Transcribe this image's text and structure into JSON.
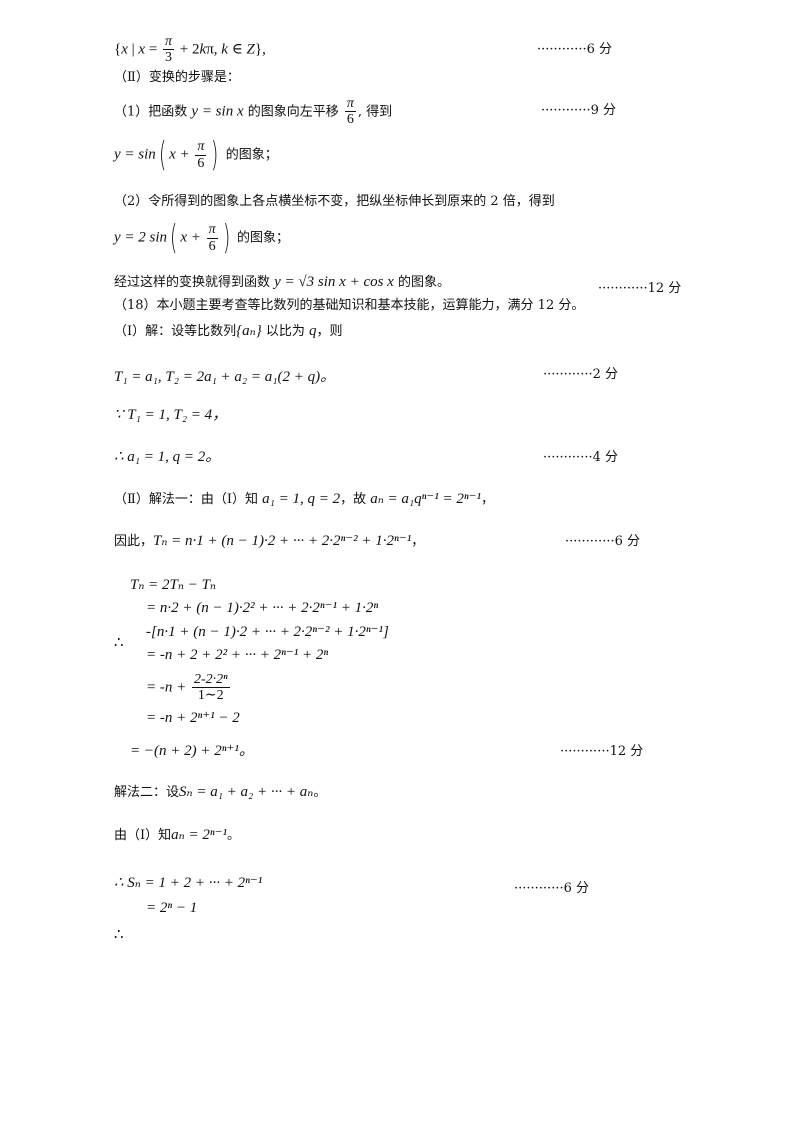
{
  "lines": [
    {
      "id": "l01",
      "text": "{x | x = π/3 + 2kπ, k ∈ Z},"
    },
    {
      "id": "l02",
      "text": "（Ⅱ）变换的步骤是："
    },
    {
      "id": "l03a",
      "text": "（1）把函数 "
    },
    {
      "id": "l03b",
      "text": "y = sin x"
    },
    {
      "id": "l03c",
      "text": " 的图象向左平移 "
    },
    {
      "id": "l03d",
      "text": ", 得到"
    },
    {
      "id": "l04a",
      "text": "y = sin"
    },
    {
      "id": "l04b",
      "text": "x + "
    },
    {
      "id": "l04c",
      "text": " 的图象；"
    },
    {
      "id": "l05",
      "text": "（2）令所得到的图象上各点横坐标不变，把纵坐标伸长到原来的 2 倍，得到"
    },
    {
      "id": "l06a",
      "text": "y = 2 sin"
    },
    {
      "id": "l06b",
      "text": "x + "
    },
    {
      "id": "l06c",
      "text": " 的图象；"
    },
    {
      "id": "l07a",
      "text": "经过这样的变换就得到函数 "
    },
    {
      "id": "l07b",
      "text": "y = √3 sin x + cos x"
    },
    {
      "id": "l07c",
      "text": " 的图象。"
    },
    {
      "id": "l08",
      "text": "（18）本小题主要考查等比数列的基础知识和基本技能，运算能力，满分 12 分。"
    },
    {
      "id": "l09a",
      "text": "（Ⅰ）解：设等比数列"
    },
    {
      "id": "l09b",
      "text": "{aₙ}"
    },
    {
      "id": "l09c",
      "text": " 以比为 "
    },
    {
      "id": "l09d",
      "text": "q"
    },
    {
      "id": "l09e",
      "text": "，则"
    },
    {
      "id": "l10",
      "text": "T₁ = a₁, T₂ = 2a₁ + a₂ = a₁(2 + q)。"
    },
    {
      "id": "l11",
      "text": "∵  T₁ = 1, T₂ = 4，"
    },
    {
      "id": "l12",
      "text": "∴  a₁ = 1, q = 2。"
    },
    {
      "id": "l13a",
      "text": "（Ⅱ）解法一：由（Ⅰ）知 "
    },
    {
      "id": "l13b",
      "text": "a₁ = 1, q = 2"
    },
    {
      "id": "l13c",
      "text": "，故 "
    },
    {
      "id": "l13d",
      "text": "aₙ = a₁qⁿ⁻¹ = 2ⁿ⁻¹"
    },
    {
      "id": "l13e",
      "text": "，"
    },
    {
      "id": "l14a",
      "text": "因此，"
    },
    {
      "id": "l14b",
      "text": "Tₙ = n·1 + (n − 1)·2 + ··· + 2·2ⁿ⁻² + 1·2ⁿ⁻¹"
    },
    {
      "id": "l14c",
      "text": "，"
    },
    {
      "id": "l15",
      "text": "Tₙ = 2Tₙ − Tₙ"
    },
    {
      "id": "l16",
      "text": "= n·2 + (n − 1)·2² + ··· + 2·2ⁿ⁻¹ + 1·2ⁿ"
    },
    {
      "id": "l17",
      "text": "-[n·1 + (n − 1)·2 + ··· + 2·2ⁿ⁻² + 1·2ⁿ⁻¹]"
    },
    {
      "id": "l18",
      "text": "= -n + 2 + 2² + ··· + 2ⁿ⁻¹ + 2ⁿ"
    },
    {
      "id": "l19a",
      "text": "= -n + "
    },
    {
      "id": "l19num",
      "text": "2-2·2ⁿ"
    },
    {
      "id": "l19den",
      "text": "1∼2"
    },
    {
      "id": "l20",
      "text": "= -n + 2ⁿ⁺¹ − 2"
    },
    {
      "id": "l21",
      "text": "= −(n + 2) + 2ⁿ⁺¹。"
    },
    {
      "id": "l22a",
      "text": "解法二：设"
    },
    {
      "id": "l22b",
      "text": "Sₙ = a₁ + a₂ + ··· + aₙ"
    },
    {
      "id": "l22c",
      "text": "。"
    },
    {
      "id": "l23a",
      "text": "由（Ⅰ）知"
    },
    {
      "id": "l23b",
      "text": "aₙ = 2ⁿ⁻¹"
    },
    {
      "id": "l23c",
      "text": "。"
    },
    {
      "id": "l24",
      "text": "∴ Sₙ = 1 + 2 + ··· + 2ⁿ⁻¹"
    },
    {
      "id": "l25",
      "text": "= 2ⁿ − 1"
    },
    {
      "id": "therefore_big",
      "text": "∴"
    },
    {
      "id": "therefore_end",
      "text": "∴"
    }
  ],
  "fractions": {
    "pi": "π",
    "three": "3",
    "six": "6"
  },
  "scores": {
    "s6a": "············6 分",
    "s9": "············9 分",
    "s12a": "············12 分",
    "s2": "············2 分",
    "s4": "············4 分",
    "s6b": "············6 分",
    "s12b": "············12 分",
    "s6c": "············6 分"
  }
}
